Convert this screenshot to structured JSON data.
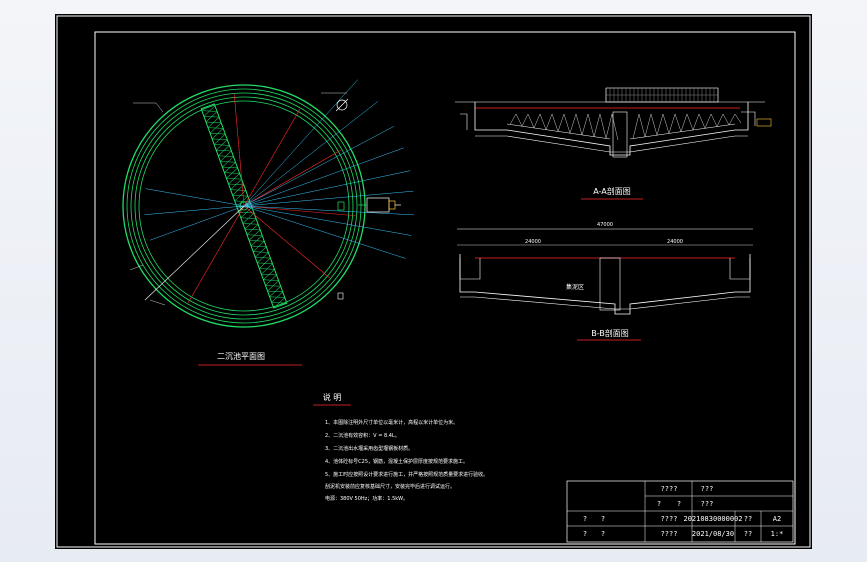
{
  "plan": {
    "title": "二沉池平面图"
  },
  "sections": {
    "aa_title": "A-A剖面图",
    "bb_title": "B-B剖面图",
    "bb_dimension": "47000",
    "bb_dim_left": "24000",
    "bb_dim_right": "24000",
    "bb_mark": "集泥区"
  },
  "notes": {
    "heading": "说 明",
    "lines": [
      "1、本图除注明外尺寸单位以毫米计，高程以米计单位为米。",
      "2、二沉池有效容积：V = 8.4L。",
      "3、二沉池出水堰采用齿型堰钢板材质。",
      "4、池体砼标号C25，钢筋，混凝土保护层厚度按规范要求施工。",
      "5、施工时应按照设计要求进行施工，并严格按照规范质量要求进行验收。",
      "    刮泥机安装前应复核基础尺寸，安装完毕后进行调试运行。",
      "    电源：380V 50Hz；功率：1.5kW。"
    ]
  },
  "titleblock": {
    "r1c2": "????",
    "r1c3": "???",
    "r2c2a": "?",
    "r2c2b": "?",
    "r2c3": "???",
    "r3c1a": "?",
    "r3c1b": "?",
    "r3c2": "????",
    "r3c3": "20210830000002",
    "r3c4": "??",
    "r3c5": "A2",
    "r4c1a": "?",
    "r4c1b": "?",
    "r4c2": "????",
    "r4c3": "2021/08/30",
    "r4c4": "??",
    "r4c5": "1:*"
  },
  "colors": {
    "sheet": "#000000",
    "frame": "#ffffff",
    "wall": "#22dd66",
    "red": "#ff2a2a",
    "cyan": "#39c6ff",
    "label": "#ffffff"
  }
}
